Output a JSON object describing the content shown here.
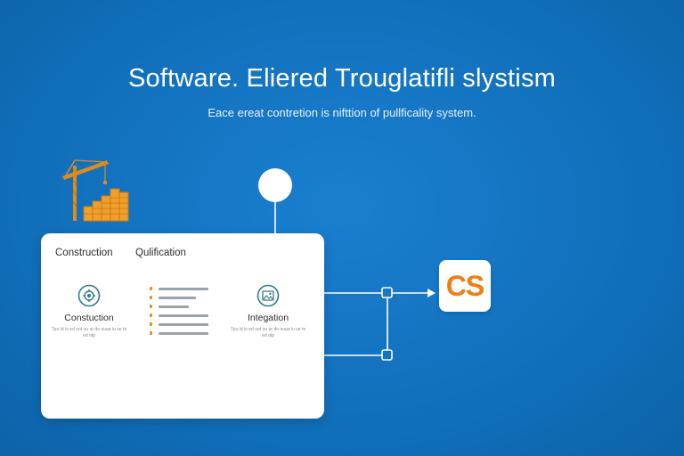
{
  "header": {
    "title": "Software. Eliered Trouglatifli slystism",
    "subtitle": "Eace ereat contretion is nifttion of pullficality system."
  },
  "card": {
    "col_headers": [
      "Construction",
      "Qulification"
    ],
    "items": [
      {
        "icon": "gear-icon",
        "label": "Constuction",
        "caption": "Tpu ld lo ed oot ou ar do ouua lu ue te ed otp"
      },
      {
        "icon": "image-icon",
        "label": "Integation",
        "caption": "Tpu ld lo ed oot ou ar do ouua lu ue te ed otp"
      }
    ],
    "list_bullet_count": 6
  },
  "target": {
    "label": "CS"
  },
  "colors": {
    "background": "#1271bd",
    "accent_orange": "#f07e15",
    "card": "#ffffff"
  }
}
